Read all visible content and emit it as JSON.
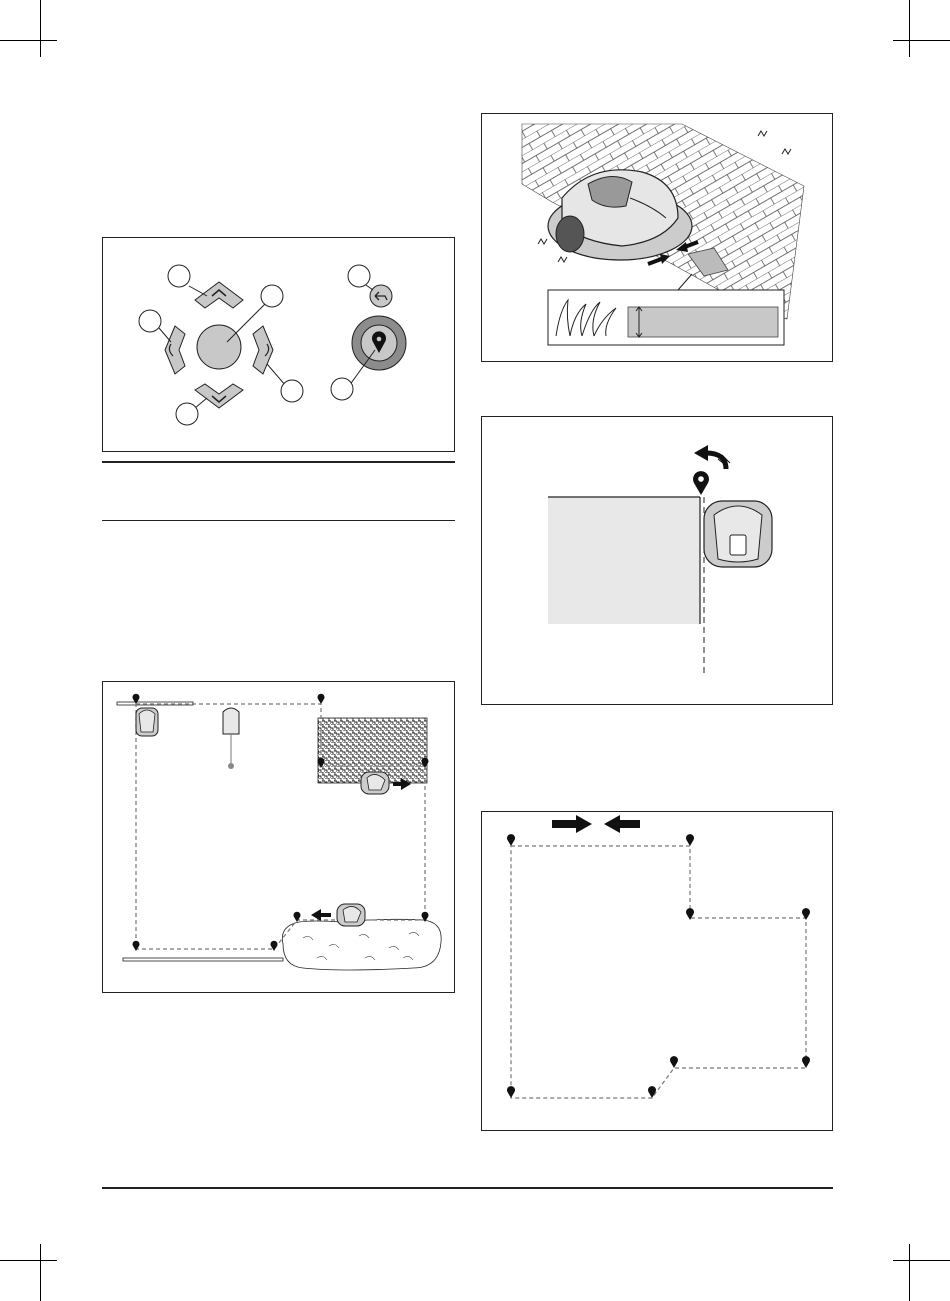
{
  "page": {
    "figures": [
      {
        "id": "fig-control-buttons",
        "description_icons": [
          "arrow-up-icon",
          "turn-left-icon",
          "turn-right-icon",
          "arrow-down-icon",
          "back-icon",
          "map-pin-icon"
        ]
      },
      {
        "id": "fig-mower-on-paving"
      },
      {
        "id": "fig-mower-at-corner-pin",
        "icons": [
          "turn-left-arrow-icon",
          "map-pin-icon"
        ]
      },
      {
        "id": "fig-garden-boundary-map"
      },
      {
        "id": "fig-boundary-outline",
        "icons": [
          "arrow-right-icon",
          "arrow-left-icon"
        ]
      }
    ],
    "colors": {
      "line": "#222222",
      "button_fill": "#c8c8c8",
      "button_dark": "#8c8c8c",
      "area_fill": "#e8e8e8",
      "dashed": "#777777"
    }
  }
}
